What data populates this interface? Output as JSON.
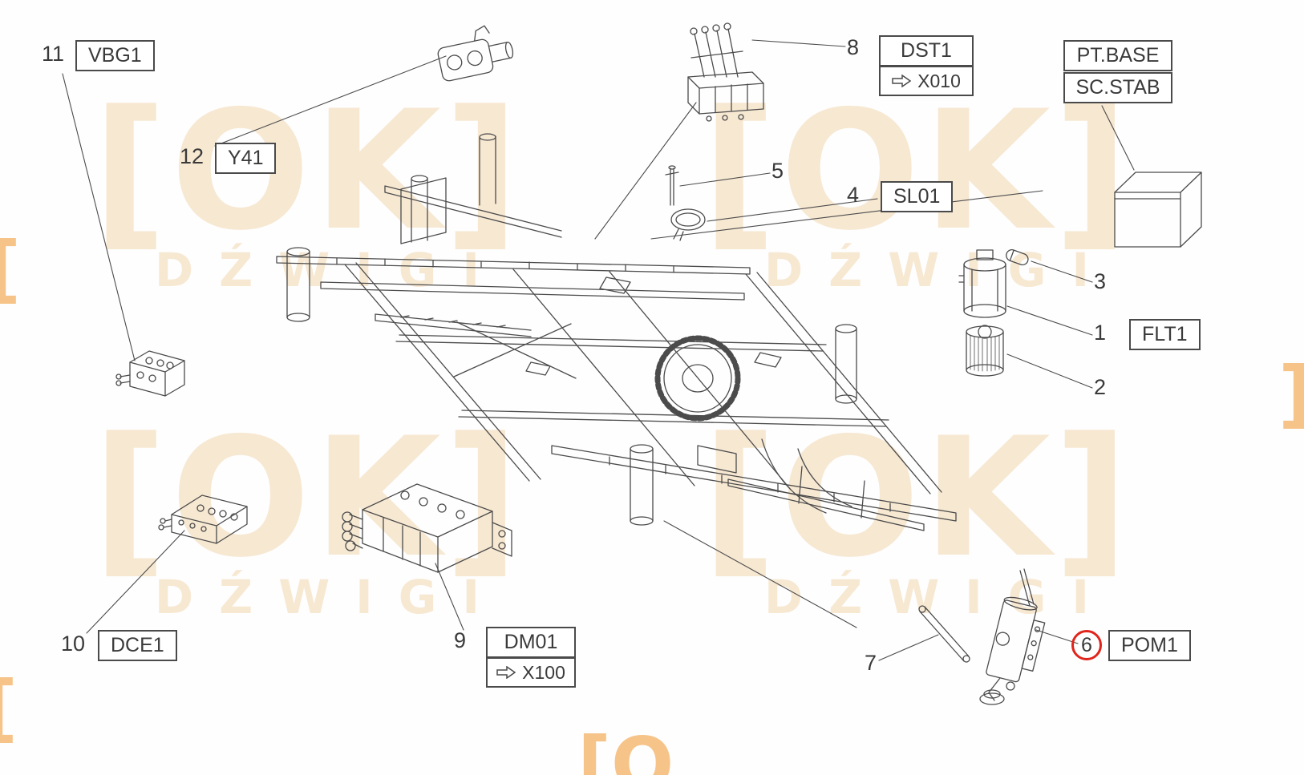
{
  "watermark": {
    "brackets": "[OK]",
    "word": "DŹWIGI",
    "color": "#f7e8d2",
    "accent_color": "#f3a64b",
    "accent_glyph_left": "[",
    "accent_glyph_right": "]",
    "accent_glyph_bottom": "[O"
  },
  "highlight": {
    "selected_callout": "6",
    "circle_color": "#e0241b"
  },
  "callouts": {
    "n1": "1",
    "n2": "2",
    "n3": "3",
    "n4": "4",
    "n5": "5",
    "n6": "6",
    "n7": "7",
    "n8": "8",
    "n9": "9",
    "n10": "10",
    "n11": "11",
    "n12": "12"
  },
  "labels": {
    "vbg1": "VBG1",
    "y41": "Y41",
    "dst1": "DST1",
    "x010": "X010",
    "pt_base": "PT.BASE",
    "sc_stab": "SC.STAB",
    "sl01": "SL01",
    "flt1": "FLT1",
    "dce1": "DCE1",
    "dm01": "DM01",
    "x100": "X100",
    "pom1": "POM1"
  }
}
